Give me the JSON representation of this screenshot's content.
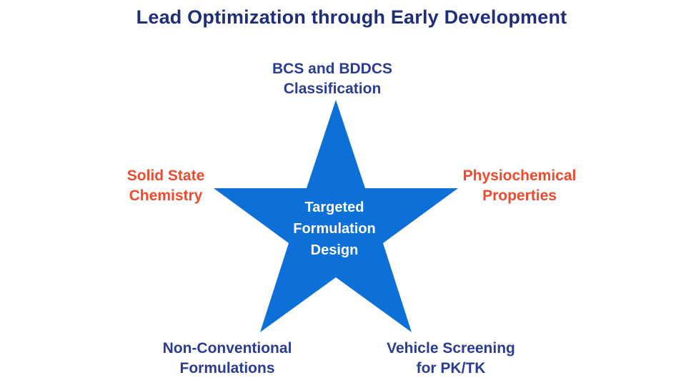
{
  "title": {
    "text": "Lead Optimization through Early Development",
    "color": "#1f2e78"
  },
  "star": {
    "shape": "five-pointed-star",
    "color": "#0d70d9",
    "center_label": {
      "line1": "Targeted",
      "line2": "Formulation",
      "line3": "Design",
      "text_color": "#ffffff"
    }
  },
  "nodes": {
    "top": {
      "line1": "BCS and BDDCS",
      "line2": "Classification",
      "color": "#2b3d92"
    },
    "left": {
      "line1": "Solid State",
      "line2": "Chemistry",
      "color": "#f04a2d"
    },
    "right": {
      "line1": "Physiochemical",
      "line2": "Properties",
      "color": "#f04a2d"
    },
    "bottom_left": {
      "line1": "Non-Conventional",
      "line2": "Formulations",
      "color": "#2b3d92"
    },
    "bottom_right": {
      "line1": "Vehicle Screening",
      "line2": "for PK/TK",
      "color": "#2b3d92"
    }
  }
}
